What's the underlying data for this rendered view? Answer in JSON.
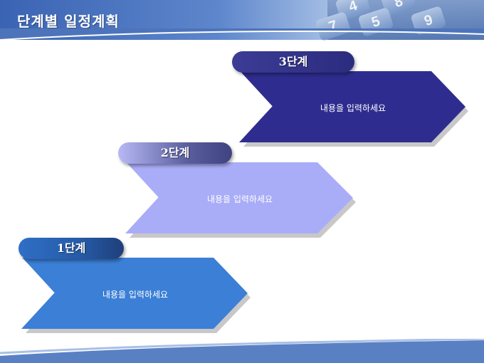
{
  "slide": {
    "title": "단계별 일정계획",
    "calculator_keys": [
      "4",
      "8",
      "5",
      "9",
      "7"
    ]
  },
  "steps": [
    {
      "label": "1단계",
      "text": "내용을 입력하세요",
      "color": "#3b7fd6",
      "pill_color": "#2a62b5"
    },
    {
      "label": "2단계",
      "text": "내용을 입력하세요",
      "color": "#a9acf7",
      "pill_color": "#4a4f8c"
    },
    {
      "label": "3단계",
      "text": "내용을 입력하세요",
      "color": "#2e2d8f",
      "pill_color": "#2d2f7e"
    }
  ]
}
